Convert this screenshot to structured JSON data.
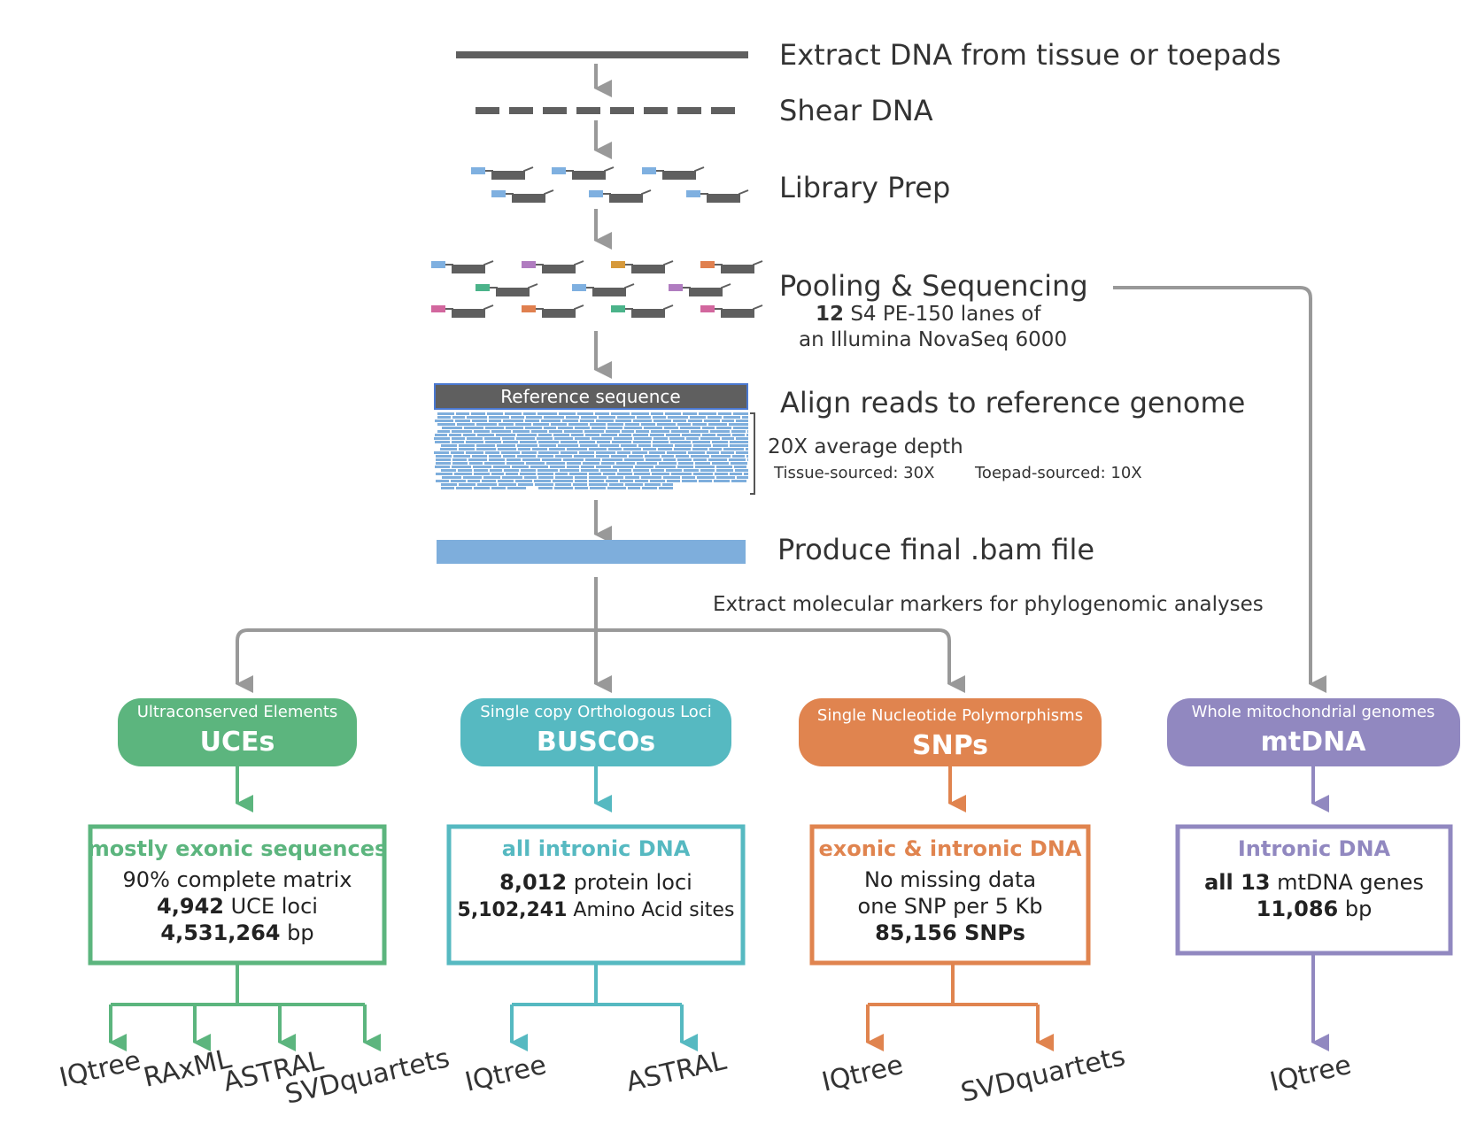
{
  "steps": {
    "extract": "Extract DNA from tissue or toepads",
    "shear": "Shear DNA",
    "library": "Library Prep",
    "pooling": "Pooling & Sequencing",
    "pooling_detail1_bold": "12",
    "pooling_detail1_rest": " S4 PE-150 lanes of",
    "pooling_detail2": "an Illumina NovaSeq 6000",
    "align": "Align reads to reference genome",
    "reference_label": "Reference sequence",
    "depth": "20X average depth",
    "tissue_depth": "Tissue-sourced: 30X",
    "toepad_depth": "Toepad-sourced: 10X",
    "bam": "Produce final .bam file",
    "extract_markers": "Extract molecular markers for phylogenomic analyses"
  },
  "colors": {
    "green": "#5cb57e",
    "teal": "#56b9c1",
    "orange": "#e0844f",
    "purple": "#9188c0",
    "arrow_gray": "#999999",
    "dark": "#5f5f5f",
    "light_blue": "#7eaedc",
    "tag_blue": "#7fb0e0",
    "tag_purple": "#b07cc0",
    "tag_gold": "#d6993a",
    "tag_orange": "#e0804f",
    "tag_green": "#4bb38a",
    "tag_pink": "#d2679e"
  },
  "markers": [
    {
      "id": "uces",
      "subtitle": "Ultraconserved Elements",
      "title": "UCEs",
      "box_heading": "mostly exonic sequences",
      "lines": [
        {
          "bold": "",
          "text": "90% complete matrix"
        },
        {
          "bold": "4,942",
          "text": " UCE loci"
        },
        {
          "bold": "4,531,264",
          "text": " bp"
        }
      ],
      "methods": [
        "IQtree",
        "RAxML",
        "ASTRAL",
        "SVDquartets"
      ]
    },
    {
      "id": "buscos",
      "subtitle": "Single copy Orthologous Loci",
      "title": "BUSCOs",
      "box_heading": "all intronic DNA",
      "lines": [
        {
          "bold": "8,012",
          "text": " protein loci"
        },
        {
          "bold": "5,102,241",
          "text": " Amino Acid sites"
        }
      ],
      "methods": [
        "IQtree",
        "ASTRAL"
      ]
    },
    {
      "id": "snps",
      "subtitle": "Single Nucleotide Polymorphisms",
      "title": "SNPs",
      "box_heading": "exonic & intronic DNA",
      "lines": [
        {
          "bold": "",
          "text": "No missing data"
        },
        {
          "bold": "",
          "text": "one SNP per 5 Kb"
        },
        {
          "bold": "85,156 SNPs",
          "text": ""
        }
      ],
      "methods": [
        "IQtree",
        "SVDquartets"
      ]
    },
    {
      "id": "mtdna",
      "subtitle": "Whole mitochondrial genomes",
      "title": "mtDNA",
      "box_heading": "Intronic DNA",
      "lines": [
        {
          "bold": "all 13",
          "text": " mtDNA genes"
        },
        {
          "bold": "11,086",
          "text": " bp"
        }
      ],
      "methods": [
        "IQtree"
      ]
    }
  ]
}
